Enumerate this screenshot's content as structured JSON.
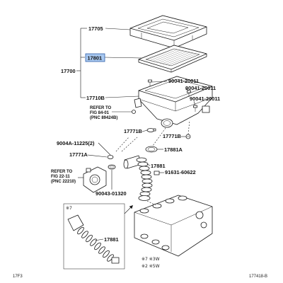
{
  "diagram": {
    "highlight_color": "#a8c8f0"
  },
  "parts": {
    "cap": "17705",
    "element": "17801",
    "assembly": "17700",
    "case": "17710B",
    "bolt_a": "90041-20011",
    "bolt_b": "90041-20011",
    "bolt_c": "90041-20011",
    "clamp_b_left": "17771B",
    "clamp_b_right": "17771B",
    "gasket": "17881A",
    "screw": "9004A-11225(2)",
    "clamp_a": "17771A",
    "hose": "17881",
    "clip": "91631-60622",
    "ring_bolt": "90043-01320",
    "hose_inset": "17881"
  },
  "refs": [
    {
      "lines": [
        "REFER TO",
        "FIG 84-01",
        "(PNC 89424B)"
      ]
    },
    {
      "lines": [
        "REFER TO",
        "FIG 22-11",
        "(PNC 22210)"
      ]
    }
  ],
  "notes": {
    "inset_marker": "※7",
    "note_1": "※7 ※3W",
    "note_2": "※2 ※5W"
  },
  "footer": {
    "left": "17F3",
    "right": "177418-B"
  }
}
